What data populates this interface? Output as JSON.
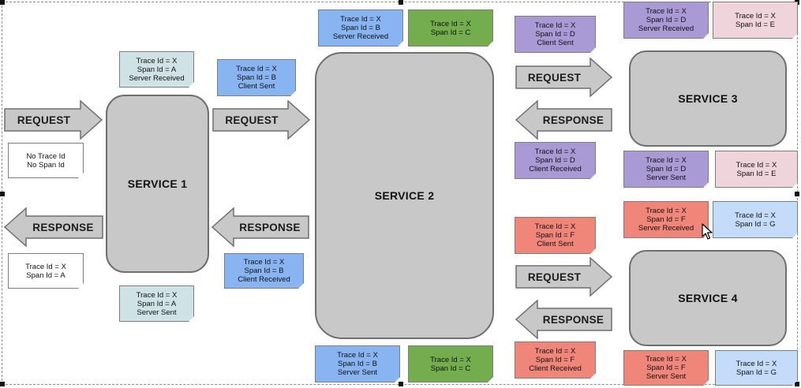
{
  "services": {
    "s1": "SERVICE 1",
    "s2": "SERVICE 2",
    "s3": "SERVICE 3",
    "s4": "SERVICE 4"
  },
  "arrows": {
    "request": "REQUEST",
    "response": "RESPONSE"
  },
  "notes": {
    "client_in": [
      "No Trace Id",
      "No Span Id"
    ],
    "client_out": [
      "Trace Id = X",
      "Span Id = A"
    ],
    "s1_server_received": [
      "Trace Id = X",
      "Span Id = A",
      "Server Received"
    ],
    "s1_server_sent": [
      "Trace Id = X",
      "Span Id = A",
      "Server Sent"
    ],
    "s1_client_sent": [
      "Trace Id = X",
      "Span Id = B",
      "Client Sent"
    ],
    "s1_client_received": [
      "Trace Id = X",
      "Span Id = B",
      "Client Received"
    ],
    "s2_server_received": [
      "Trace Id = X",
      "Span Id = B",
      "Server Received"
    ],
    "s2_span_c_top": [
      "Trace Id = X",
      "Span Id = C"
    ],
    "s2_server_sent": [
      "Trace Id = X",
      "Span Id = B",
      "Server Sent"
    ],
    "s2_span_c_bottom": [
      "Trace Id = X",
      "Span Id = C"
    ],
    "s2_client_sent_d": [
      "Trace Id = X",
      "Span Id = D",
      "Client Sent"
    ],
    "s2_client_recv_d": [
      "Trace Id = X",
      "Span Id = D",
      "Client Received"
    ],
    "s3_server_received": [
      "Trace Id = X",
      "Span Id = D",
      "Server Received"
    ],
    "s3_span_e_top": [
      "Trace Id = X",
      "Span Id = E"
    ],
    "s3_server_sent": [
      "Trace Id = X",
      "Span Id = D",
      "Server Sent"
    ],
    "s3_span_e_bottom": [
      "Trace Id = X",
      "Span Id = E"
    ],
    "s2_client_sent_f": [
      "Trace Id = X",
      "Span Id = F",
      "Client Sent"
    ],
    "s2_client_recv_f": [
      "Trace Id = X",
      "Span Id = F",
      "Client Received"
    ],
    "s4_server_received": [
      "Trace Id = X",
      "Span Id = F",
      "Server Received"
    ],
    "s4_span_g_top": [
      "Trace Id = X",
      "Span Id = G"
    ],
    "s4_server_sent": [
      "Trace Id = X",
      "Span Id = F",
      "Server Sent"
    ],
    "s4_span_g_bottom": [
      "Trace Id = X",
      "Span Id = G"
    ]
  },
  "colors": {
    "white": "#ffffff",
    "teal": "#cfe2e6",
    "blue": "#88b4f2",
    "green": "#74ad4e",
    "purple": "#a99ad6",
    "pink": "#efd4dc",
    "salmon": "#f0857a",
    "lightblue": "#c4dcf9",
    "service": "#c8c8c8",
    "arrow": "#c8c8c8"
  }
}
